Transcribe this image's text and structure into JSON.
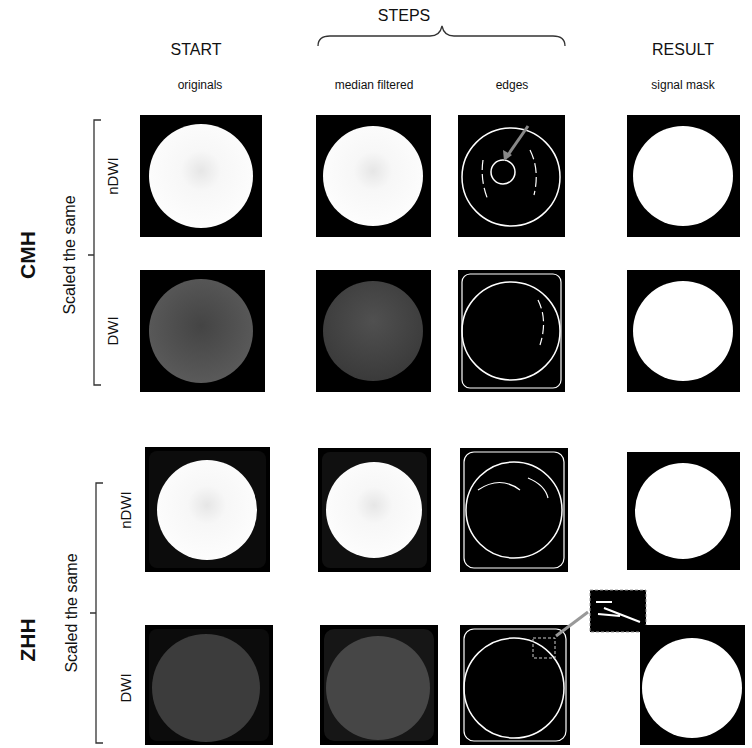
{
  "diagram": {
    "labels": [
      "START",
      "STEPS",
      "RESULT",
      "originals",
      "median filtered",
      "edges",
      "signal mask",
      "CMH",
      "Scaled the same",
      "nDWI",
      "DWI",
      "ZHH",
      "Scaled the same",
      "nDWI",
      "DWI"
    ]
  }
}
